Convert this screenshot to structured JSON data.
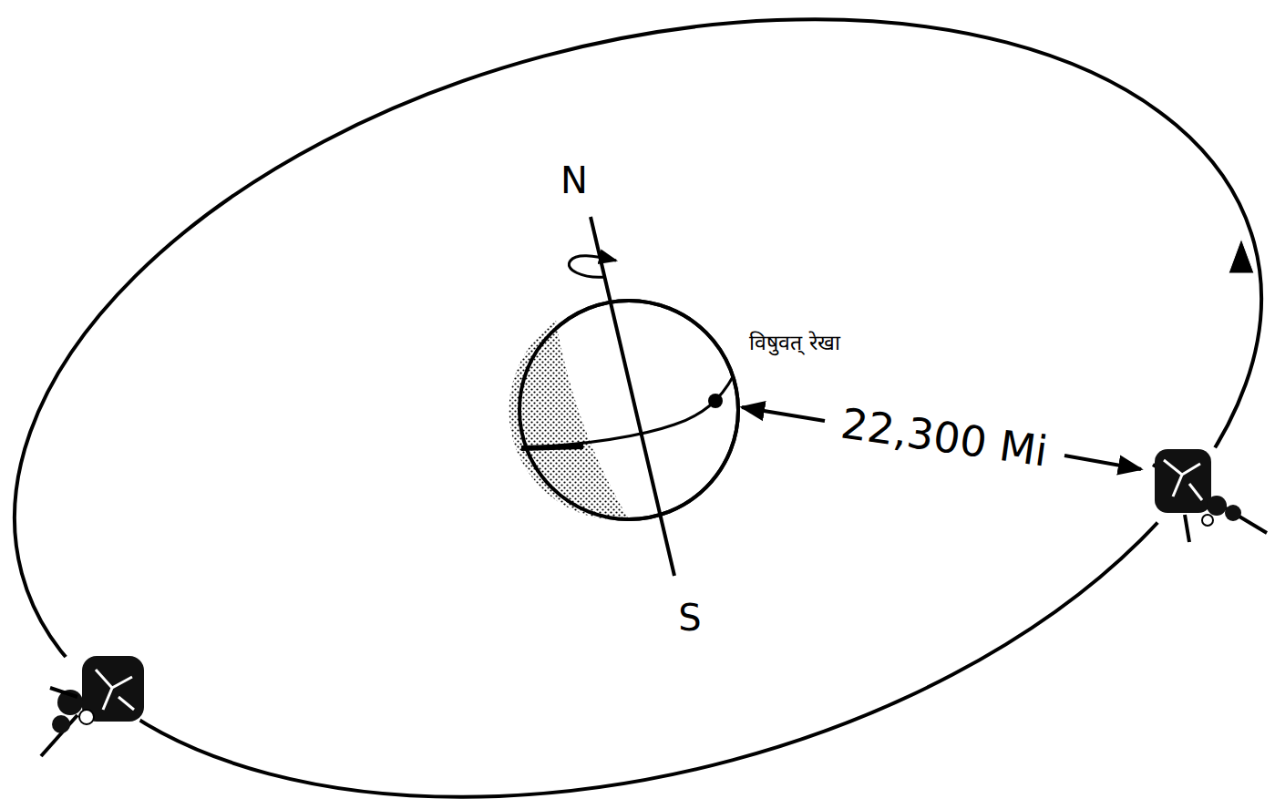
{
  "diagram": {
    "labels": [
      "N",
      "S",
      "विषुवत् रेखा",
      "22,300 Mi"
    ]
  }
}
